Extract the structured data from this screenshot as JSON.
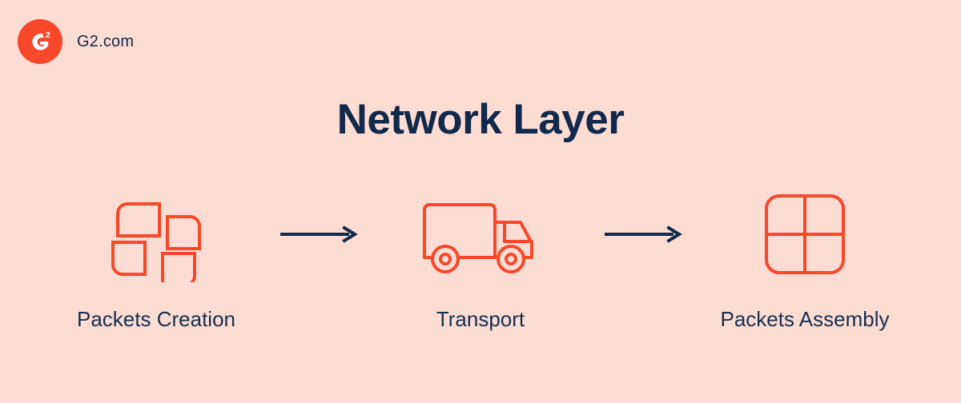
{
  "brand": {
    "logo_icon": "g2-logo-icon",
    "logo_letter": "G",
    "logo_superscript": "2",
    "name": "G2.com"
  },
  "header": {
    "title": "Network Layer"
  },
  "colors": {
    "background": "#FCDCD3",
    "accent_orange": "#F8482B",
    "navy": "#12294A",
    "label_navy": "#16304F"
  },
  "flow": {
    "steps": [
      {
        "label": "Packets Creation",
        "icon": "packets-creation-icon"
      },
      {
        "label": "Transport",
        "icon": "delivery-truck-icon"
      },
      {
        "label": "Packets Assembly",
        "icon": "packets-assembly-icon"
      }
    ],
    "connectors": [
      {
        "icon": "arrow-right-icon"
      },
      {
        "icon": "arrow-right-icon"
      }
    ]
  }
}
